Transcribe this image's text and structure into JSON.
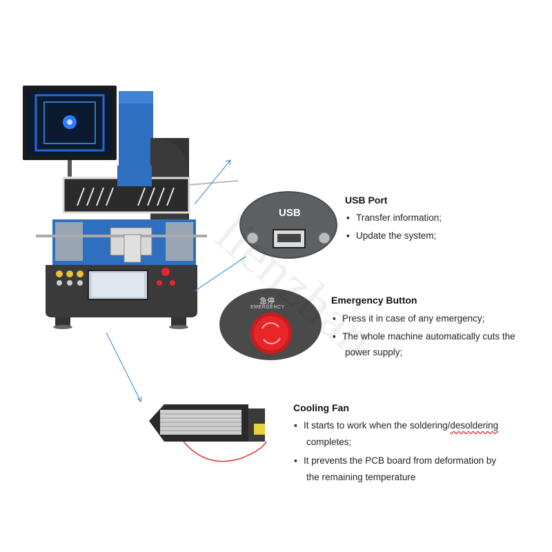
{
  "watermark": "lienzhan",
  "usb": {
    "port_label": "USB",
    "title": "USB Port",
    "bullets": [
      "Transfer information;",
      "Update the system;"
    ]
  },
  "emergency": {
    "button_cn": "急停",
    "button_en": "EMERGENCY",
    "title": "Emergency Button",
    "bullet1": "Press it in case of any emergency;",
    "bullet2": "The whole machine automatically cuts the",
    "bullet2_cont": "power supply;"
  },
  "fan": {
    "title": "Cooling Fan",
    "bullet1_a": "It starts to work when the soldering/",
    "bullet1_b": "desoldering",
    "bullet1_cont": "completes;",
    "bullet2": "It prevents the PCB board from deformation by",
    "bullet2_cont": "the remaining temperature"
  },
  "colors": {
    "machine_blue": "#2f6fc0",
    "machine_dark": "#3a3a3a",
    "screen_glow": "#2e7bff",
    "arrow": "#4a90d9",
    "button_red": "#e8262a"
  }
}
